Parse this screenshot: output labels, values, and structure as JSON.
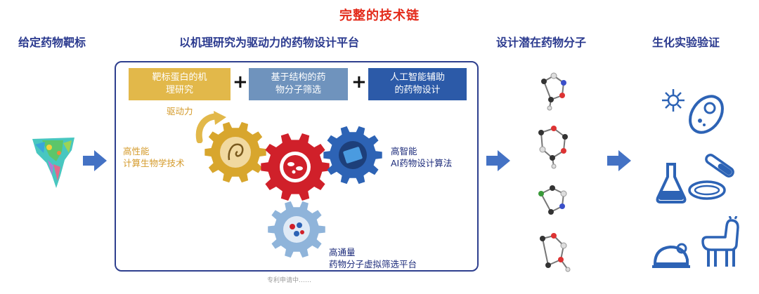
{
  "title": "完整的技术链",
  "columns": {
    "target": "给定药物靶标",
    "platform": "以机理研究为驱动力的药物设计平台",
    "molecules": "设计潜在药物分子",
    "validation": "生化实验验证"
  },
  "top_boxes": [
    {
      "line1": "靶标蛋白的机",
      "line2": "理研究",
      "color": "#e2b84a"
    },
    {
      "line1": "基于结构的药",
      "line2": "物分子筛选",
      "color": "#6f93bd"
    },
    {
      "line1": "人工智能辅助",
      "line2": "的药物设计",
      "color": "#2c5aa8"
    }
  ],
  "plus_sign": "+",
  "drive_label": "驱动力",
  "left_label": {
    "line1": "高性能",
    "line2": "计算生物学技术"
  },
  "right_label": {
    "line1": "高智能",
    "line2": "AI药物设计算法"
  },
  "bottom_label": {
    "line1": "高通量",
    "line2": "药物分子虚拟筛选平台"
  },
  "footnote": "专利申请中……",
  "colors": {
    "gold": "#d8a62d",
    "red": "#d0202a",
    "blue": "#2d63b5",
    "lightblue": "#8fb4da",
    "arrow": "#4472c4",
    "navy": "#2b3a8f"
  }
}
